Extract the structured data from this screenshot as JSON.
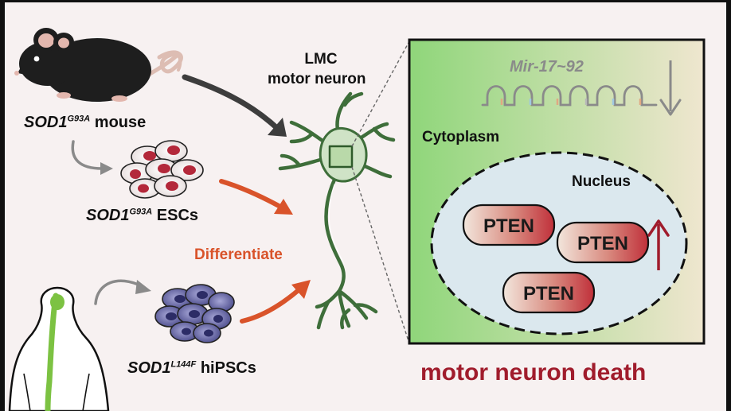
{
  "labels": {
    "lmc_line1": "LMC",
    "lmc_line2": "motor neuron",
    "mouse_gene": "SOD1",
    "mouse_sup": "G93A",
    "mouse_word": "mouse",
    "esc_gene": "SOD1",
    "esc_sup": "G93A",
    "esc_word": "ESCs",
    "differentiate": "Differentiate",
    "hipsc_gene": "SOD1",
    "hipsc_sup": "L144F",
    "hipsc_word": "hiPSCs",
    "mir": "Mir-17~92",
    "cytoplasm": "Cytoplasm",
    "nucleus": "Nucleus",
    "pten_1": "PTEN",
    "pten_2": "PTEN",
    "pten_3": "PTEN",
    "outcome": "motor neuron death"
  },
  "colors": {
    "arrow_dark": "#3d3d3d",
    "arrow_gray": "#8a8a8a",
    "arrow_orange": "#d9532a",
    "differentiate_text": "#d9532a",
    "outcome_text": "#a01c2c",
    "neuron_fill": "#cfe3c6",
    "neuron_stroke": "#3e6e3a",
    "panel_green": "#8fd67a",
    "panel_beige": "#efe6cf",
    "nucleus_fill": "#dbe8ee",
    "up_arrow": "#a01c2c",
    "spine_green": "#7cc242"
  },
  "icons": [
    "mouse-icon",
    "esc-cluster-icon",
    "hipsc-cluster-icon",
    "motor-neuron-icon",
    "human-back-icon",
    "mirna-hairpin-icon",
    "down-arrow-icon",
    "up-arrow-icon"
  ]
}
